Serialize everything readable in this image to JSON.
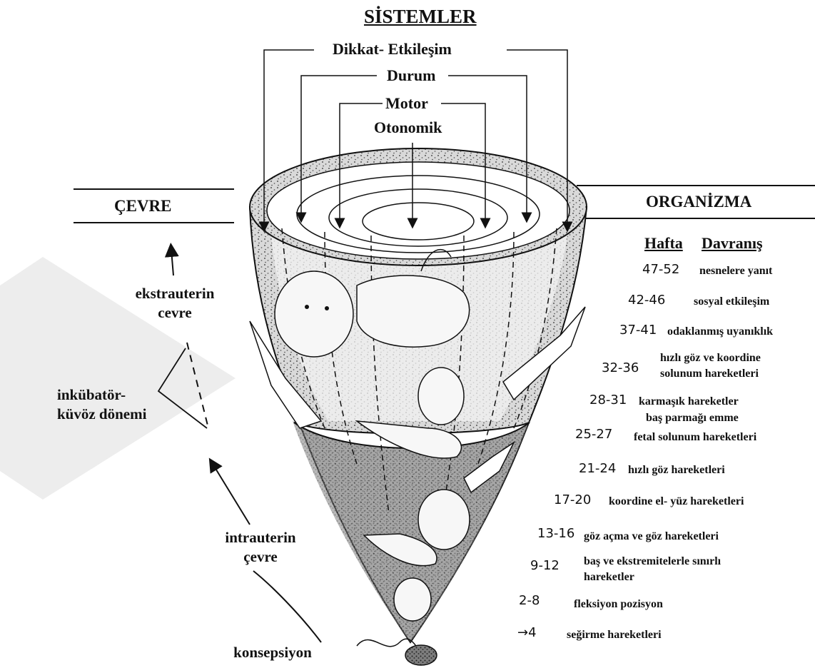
{
  "title": "SİSTEMLER",
  "systems": [
    "Dikkat- Etkileşim",
    "Durum",
    "Motor",
    "Otonomik"
  ],
  "left_header": "ÇEVRE",
  "right_header": "ORGANİZMA",
  "table_headers": {
    "week": "Hafta",
    "behavior": "Davranış"
  },
  "stages": [
    {
      "week": "47-52",
      "behavior": "nesnelere yanıt"
    },
    {
      "week": "42-46",
      "behavior": "sosyal etkileşim"
    },
    {
      "week": "37-41",
      "behavior": "odaklanmış uyanıklık"
    },
    {
      "week": "32-36",
      "behavior": "hızlı göz ve koordine",
      "behavior2": "solunum hareketleri"
    },
    {
      "week": "28-31",
      "behavior": "karmaşık hareketler",
      "behavior2": "baş parmağı emme"
    },
    {
      "week": "25-27",
      "behavior": "fetal solunum hareketleri"
    },
    {
      "week": "21-24",
      "behavior": "hızlı göz hareketleri"
    },
    {
      "week": "17-20",
      "behavior": "koordine el- yüz hareketleri"
    },
    {
      "week": "13-16",
      "behavior": "göz açma ve göz hareketleri"
    },
    {
      "week": "9-12",
      "behavior": "baş ve ekstremitelerle sınırlı",
      "behavior2": "hareketler"
    },
    {
      "week": "2-8",
      "behavior": "fleksiyon pozisyon"
    },
    {
      "week": "→4",
      "behavior": "seğirme hareketleri"
    }
  ],
  "environment_labels": {
    "extrauterine": [
      "ekstrauterin",
      "cevre"
    ],
    "incubator": [
      "inkübatör-",
      "küvöz dönemi"
    ],
    "intrauterine": [
      "intrauterin",
      "çevre"
    ],
    "conception": "konsepsiyon"
  },
  "colors": {
    "ink": "#111111",
    "shade": "#8a8a8a",
    "paper": "#ffffff",
    "watermark": "#e6e6e6"
  }
}
